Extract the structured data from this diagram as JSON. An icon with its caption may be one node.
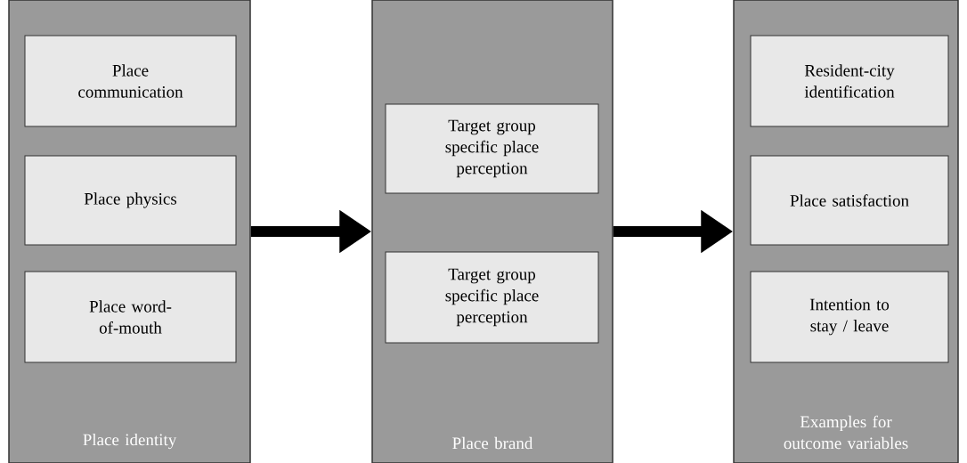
{
  "diagram": {
    "nodes": [
      {
        "text": [
          "Place identity"
        ]
      },
      {
        "text": [
          "Place communication"
        ],
        "in": 0
      },
      {
        "text": [
          "Place physics"
        ],
        "in": 0
      },
      {
        "text": [
          "Place word-of-mouth"
        ],
        "in": 0
      },
      {
        "text": [
          "Place brand"
        ]
      },
      {
        "text": [
          "Target group specific place perception"
        ],
        "in": 4
      },
      {
        "text": [
          "Target group specific place perception"
        ],
        "in": 4
      },
      {
        "text": [
          "Examples for outcome variables"
        ]
      },
      {
        "text": [
          "Resident-city identification"
        ],
        "in": 7
      },
      {
        "text": [
          "Place satisfaction"
        ],
        "in": 7
      },
      {
        "text": [
          "Intention to stay / leave"
        ],
        "in": 7
      }
    ],
    "edges": [
      {
        "from": 0,
        "to": 4,
        "arrow": "to"
      },
      {
        "from": 4,
        "to": 7,
        "arrow": "to"
      }
    ]
  }
}
